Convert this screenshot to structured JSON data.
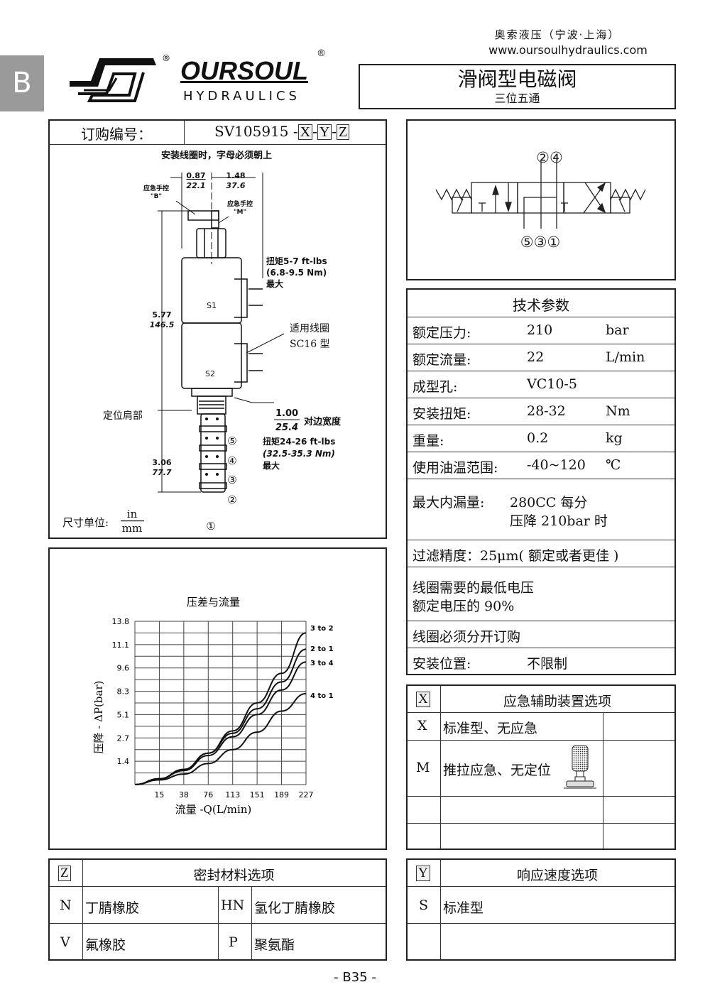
{
  "side_tab": {
    "label": "B",
    "color": "#9a9a9a"
  },
  "company": {
    "name_cn": "奥索液压（宁波·上海）",
    "website": "www.oursoulhydraulics.com"
  },
  "logo": {
    "brand": "OURSOUL",
    "sub": "HYDRAULICS",
    "reg": "®"
  },
  "title": {
    "main": "滑阀型电磁阀",
    "sub": "三位五通"
  },
  "order": {
    "label": "订购编号：",
    "code": "SV105915 -",
    "x": "X",
    "y": "Y",
    "z": "Z",
    "dash": "-"
  },
  "drawing": {
    "note": "安装线圈时，字母必须朝上",
    "dim_a_in": "0.87",
    "dim_a_mm": "22.1",
    "dim_b_in": "1.48",
    "dim_b_mm": "37.6",
    "override_b_1": "应急手控",
    "override_b_2": "\"B\"",
    "override_m_1": "应急手控",
    "override_m_2": "\"M\"",
    "torque1_1": "扭矩5-7 ft-lbs",
    "torque1_2": "(6.8-9.5 Nm)",
    "torque1_3": "最大",
    "coil_s1": "S1",
    "coil_s2": "S2",
    "coil_note_1": "适用线圈",
    "coil_note_2": "SC16 型",
    "height_in": "5.77",
    "height_mm": "146.5",
    "shoulder": "定位肩部",
    "hex_in": "1.00",
    "hex_mm": "25.4",
    "hex_label": "对边宽度",
    "torque2_1": "扭矩24-26 ft-lbs",
    "torque2_2": "(32.5-35.3 Nm)",
    "torque2_3": "最大",
    "depth_in": "3.06",
    "depth_mm": "77.7",
    "port5": "⑤",
    "port4": "④",
    "port3": "③",
    "port2": "②",
    "port1": "①",
    "units_label": "尺寸单位:",
    "units_num": "in",
    "units_den": "mm"
  },
  "symbol": {
    "top_ports": "②④",
    "bottom_ports": "⑤③①"
  },
  "specs": {
    "title": "技术参数",
    "rows": [
      {
        "label": "额定压力:",
        "value": "210",
        "unit": "bar"
      },
      {
        "label": "额定流量:",
        "value": "22",
        "unit": "L/min"
      },
      {
        "label": "成型孔:",
        "value": "VC10-5",
        "unit": ""
      },
      {
        "label": "安装扭矩:",
        "value": "28-32",
        "unit": "Nm"
      },
      {
        "label": "重量:",
        "value": "0.2",
        "unit": "kg"
      },
      {
        "label": "使用油温范围:",
        "value": "-40~120",
        "unit": "℃"
      }
    ],
    "leak_label": "最大内漏量:",
    "leak_1": "280CC 每分",
    "leak_2": "压降 210bar 时",
    "filter": "过滤精度：25μm( 额定或者更佳 )",
    "voltage_1": "线圈需要的最低电压",
    "voltage_2": "额定电压的 90%",
    "coil_order": "线圈必须分开订购",
    "mount_label": "安装位置:",
    "mount_value": "不限制"
  },
  "chart_data": {
    "type": "line",
    "title": "压差与流量",
    "xlabel": "流量 -Q(L/min)",
    "ylabel": "压降 - ΔP(bar)",
    "x_ticks": [
      "15",
      "38",
      "76",
      "113",
      "151",
      "189",
      "227"
    ],
    "x": [
      0,
      15,
      38,
      76,
      113,
      151,
      189,
      227
    ],
    "y_ticks": [
      "1.4",
      "2.7",
      "5.1",
      "8.3",
      "9.6",
      "11.1",
      "13.8"
    ],
    "y_tick_values": [
      0,
      1.4,
      2.7,
      5.1,
      8.3,
      9.6,
      11.1,
      13.8
    ],
    "grid": true,
    "series": [
      {
        "name": "3 to 2",
        "values": [
          0,
          0.35,
          0.91,
          1.85,
          3.42,
          6.7,
          9.3,
          12.45
        ]
      },
      {
        "name": "2 to 1",
        "values": [
          0,
          0.35,
          0.91,
          1.85,
          3.18,
          5.9,
          8.82,
          10.8
        ]
      },
      {
        "name": "3 to 4",
        "values": [
          0,
          0.35,
          0.84,
          1.72,
          2.82,
          5.1,
          8.37,
          9.98
        ]
      },
      {
        "name": "4 to 1",
        "values": [
          0,
          0.28,
          0.63,
          1.26,
          2.05,
          3.3,
          5.58,
          7.98
        ]
      }
    ]
  },
  "option_x": {
    "key": "X",
    "title": "应急辅助装置选项",
    "rows": [
      {
        "code": "X",
        "desc": "标准型、无应急"
      },
      {
        "code": "M",
        "desc": "推拉应急、无定位"
      }
    ]
  },
  "option_z": {
    "key": "Z",
    "title": "密封材料选项",
    "rows": [
      {
        "c1": "N",
        "d1": "丁腈橡胶",
        "c2": "HN",
        "d2": "氢化丁腈橡胶"
      },
      {
        "c1": "V",
        "d1": "氟橡胶",
        "c2": "P",
        "d2": "聚氨酯"
      }
    ]
  },
  "option_y": {
    "key": "Y",
    "title": "响应速度选项",
    "rows": [
      {
        "code": "S",
        "desc": "标准型"
      }
    ]
  },
  "footer": {
    "page": "- B35 -"
  }
}
